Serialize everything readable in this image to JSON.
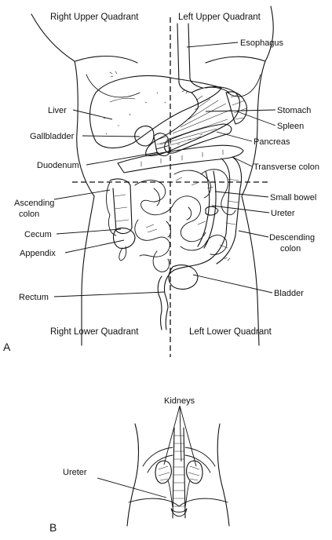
{
  "panels": {
    "a": "A",
    "b": "B"
  },
  "quadrants": {
    "right_upper": "Right Upper Quadrant",
    "left_upper": "Left Upper Quadrant",
    "right_lower": "Right Lower Quadrant",
    "left_lower": "Left Lower Quadrant"
  },
  "labels_a": {
    "esophagus": "Esophagus",
    "liver": "Liver",
    "stomach": "Stomach",
    "spleen": "Spleen",
    "gallbladder": "Gallbladder",
    "pancreas": "Pancreas",
    "duodenum": "Duodenum",
    "transverse_colon": "Transverse colon",
    "ascending_colon_1": "Ascending",
    "ascending_colon_2": "colon",
    "small_bowel": "Small bowel",
    "ureter": "Ureter",
    "cecum": "Cecum",
    "appendix": "Appendix",
    "descending_colon_1": "Descending",
    "descending_colon_2": "colon",
    "rectum": "Rectum",
    "bladder": "Bladder"
  },
  "labels_b": {
    "kidneys": "Kidneys",
    "ureter": "Ureter"
  }
}
